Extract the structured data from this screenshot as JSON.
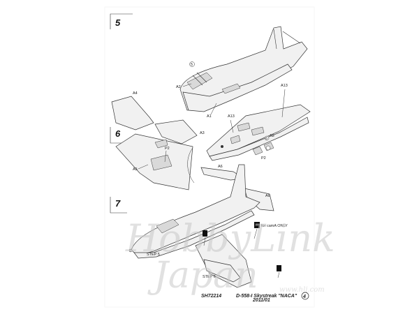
{
  "steps": [
    {
      "number": "5"
    },
    {
      "number": "6"
    },
    {
      "number": "7"
    }
  ],
  "part_labels": {
    "a1": "A1",
    "a2": "A2",
    "a3": "A3",
    "a4": "A4",
    "a5_wing": "A5",
    "a5_left": "A5",
    "a6_top": "A6",
    "a6_right": "A6",
    "a13_right": "A13",
    "a13_mid": "A13",
    "p2_left": "P2",
    "p2_right": "P2",
    "glue_5": "5",
    "glue_6": "6",
    "glue_7": "7"
  },
  "notes": {
    "for_camo_only": "for camA ONLY",
    "step5": "STEP 5",
    "step6": "STEP 6"
  },
  "footer": {
    "code": "SH72214",
    "title": "D-558-I Skystreak \"NACA\"",
    "page": "4",
    "date": "2011/01"
  },
  "watermark": {
    "line1": "HobbyLink",
    "line2": "Japan",
    "url": "www.hlj.com"
  }
}
